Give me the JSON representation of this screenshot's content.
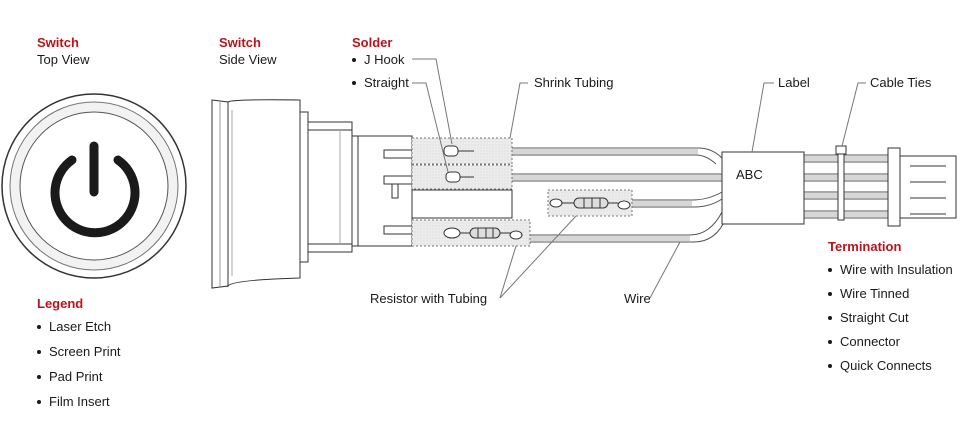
{
  "top_view": {
    "heading": "Switch",
    "caption": "Top View"
  },
  "side_view": {
    "heading": "Switch",
    "caption": "Side View"
  },
  "solder": {
    "heading": "Solder",
    "items": [
      "J Hook",
      "Straight"
    ]
  },
  "callouts": {
    "shrink_tubing": "Shrink Tubing",
    "label": "Label",
    "cable_ties": "Cable Ties",
    "resistor_with_tubing": "Resistor with Tubing",
    "wire": "Wire"
  },
  "label_text": "ABC",
  "legend": {
    "heading": "Legend",
    "items": [
      "Laser Etch",
      "Screen Print",
      "Pad Print",
      "Film Insert"
    ]
  },
  "termination": {
    "heading": "Termination",
    "items": [
      "Wire with Insulation",
      "Wire Tinned",
      "Straight Cut",
      "Connector",
      "Quick Connects"
    ]
  },
  "colors": {
    "accent": "#b3161f",
    "line": "#555555",
    "fill": "#e6e6e6"
  }
}
